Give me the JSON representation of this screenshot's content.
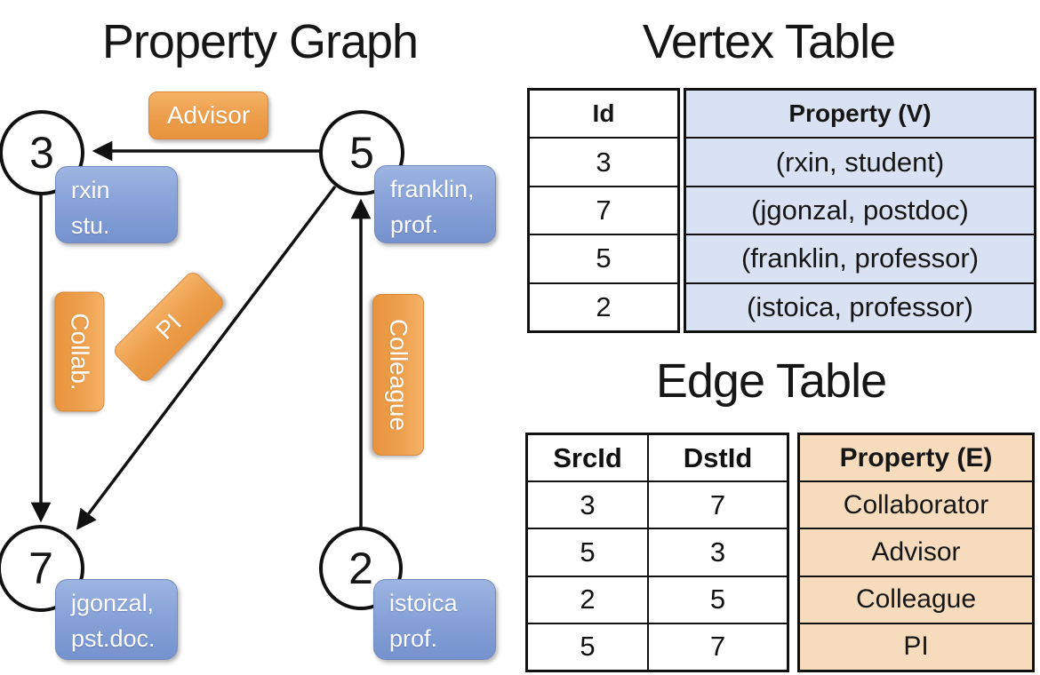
{
  "graph": {
    "title": "Property Graph",
    "nodes": [
      {
        "id": "3"
      },
      {
        "id": "5"
      },
      {
        "id": "7"
      },
      {
        "id": "2"
      }
    ],
    "edge_labels": {
      "advisor": "Advisor",
      "collab": "Collab.",
      "pi": "PI",
      "colleague": "Colleague"
    },
    "edges": [
      {
        "from": "5",
        "to": "3",
        "label": "Advisor"
      },
      {
        "from": "3",
        "to": "7",
        "label": "Collab."
      },
      {
        "from": "5",
        "to": "7",
        "label": "PI"
      },
      {
        "from": "2",
        "to": "5",
        "label": "Colleague"
      }
    ],
    "vertex_boxes": [
      {
        "line1": "rxin",
        "line2": "stu."
      },
      {
        "line1": "franklin,",
        "line2": "prof."
      },
      {
        "line1": "jgonzal,",
        "line2": "pst.doc."
      },
      {
        "line1": "istoica",
        "line2": "prof."
      }
    ]
  },
  "vertex_table": {
    "title": "Vertex Table",
    "headers": {
      "id": "Id",
      "property": "Property (V)"
    },
    "rows": [
      {
        "id": "3",
        "property": "(rxin, student)"
      },
      {
        "id": "7",
        "property": "(jgonzal, postdoc)"
      },
      {
        "id": "5",
        "property": "(franklin, professor)"
      },
      {
        "id": "2",
        "property": "(istoica, professor)"
      }
    ]
  },
  "edge_table": {
    "title": "Edge Table",
    "headers": {
      "src": "SrcId",
      "dst": "DstId",
      "property": "Property (E)"
    },
    "rows": [
      {
        "src": "3",
        "dst": "7",
        "property": "Collaborator"
      },
      {
        "src": "5",
        "dst": "3",
        "property": "Advisor"
      },
      {
        "src": "2",
        "dst": "5",
        "property": "Colleague"
      },
      {
        "src": "5",
        "dst": "7",
        "property": "PI"
      }
    ]
  },
  "colors": {
    "edge_label_orange": "#e8943d",
    "vertex_box_blue": "#7592ce",
    "vertex_property_fill": "#d9e2f3",
    "edge_property_fill": "#f6dcbc",
    "line_black": "#111111"
  }
}
